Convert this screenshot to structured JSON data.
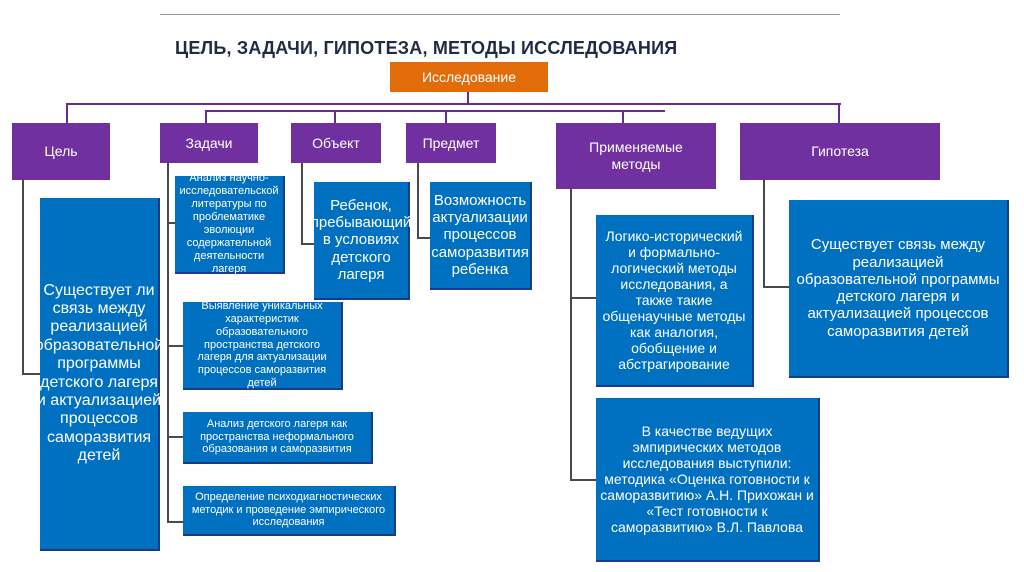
{
  "slide_title": "ЦЕЛЬ, ЗАДАЧИ, ГИПОТЕЗА, МЕТОДЫ ИССЛЕДОВАНИЯ",
  "root": "Исследование",
  "categories": {
    "goal": "Цель",
    "tasks": "Задачи",
    "object": "Объект",
    "subject": "Предмет",
    "methods": "Применяемые методы",
    "hypothesis": "Гипотеза"
  },
  "goal_text": "Существует ли связь между реализацией образовательной программы детского лагеря и актуализацией процессов саморазвития детей",
  "tasks_list": [
    "Анализ научно-исследовательской литературы по проблематике эволюции содержательной деятельности лагеря",
    "Выявление уникальных характеристик образовательного пространства детского лагеря для актуализации процессов саморазвития детей",
    "Анализ детского лагеря как пространства неформального образования и саморазвития",
    "Определение психодиагностических методик и проведение эмпирического исследования"
  ],
  "object_text": "Ребенок, пребывающий в условиях детского лагеря",
  "subject_text": "Возможность актуализации процессов саморазвития ребенка",
  "methods_list": [
    "Логико-исторический и формально-логический методы исследования, а также такие общенаучные методы как аналогия, обобщение и абстрагирование",
    "В качестве ведущих эмпирических методов исследования выступили: методика «Оценка готовности к саморазвитию» А.Н. Прихожан и «Тест готовности к саморазвитию» В.Л. Павлова"
  ],
  "hypothesis_text": "Существует связь между реализацией образовательной программы детского лагеря и актуализацией процессов саморазвития детей"
}
